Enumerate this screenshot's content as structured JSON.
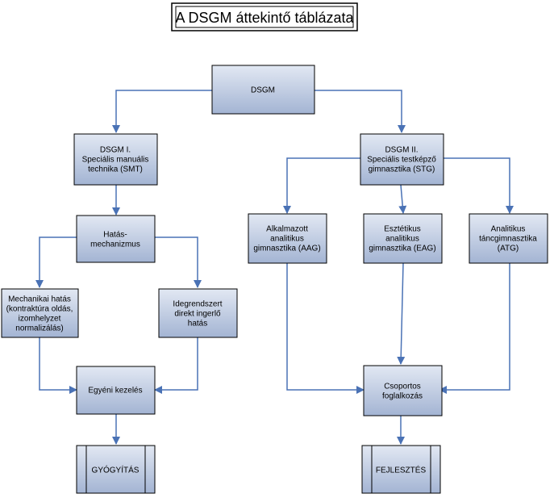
{
  "title": "A DSGM áttekintő táblázata",
  "nodes": {
    "root": [
      "DSGM"
    ],
    "smt": [
      "DSGM I.",
      "Speciális manuális",
      "technika (SMT)"
    ],
    "stg": [
      "DSGM II.",
      "Speciális testképző",
      "gimnasztika (STG)"
    ],
    "mechanism": [
      "Hatás-",
      "mechanizmus"
    ],
    "aag": [
      "Alkalmazott",
      "analitikus",
      "gimnasztika (AAG)"
    ],
    "eag": [
      "Esztétikus",
      "analitikus",
      "gimnasztika (EAG)"
    ],
    "atg": [
      "Analitikus",
      "táncgimnasztika",
      "(ATG)"
    ],
    "mechanical": [
      "Mechanikai hatás",
      "(kontraktúra oldás,",
      "izomhelyzet",
      "normalizálás)"
    ],
    "reflex": [
      "Idegrendszert",
      "direkt ingerlő",
      "hatás"
    ],
    "individual": [
      "Egyéni kezelés"
    ],
    "group": [
      "Csoportos",
      "foglalkozás"
    ],
    "healing": [
      "GYÓGYÍTÁS"
    ],
    "development": [
      "FEJLESZTÉS"
    ]
  },
  "colors": {
    "box_fill_top": "#ffffff",
    "box_fill_bottom": "#a9b9d6",
    "box_stroke": "#000000",
    "arrow": "#4a72b5"
  }
}
